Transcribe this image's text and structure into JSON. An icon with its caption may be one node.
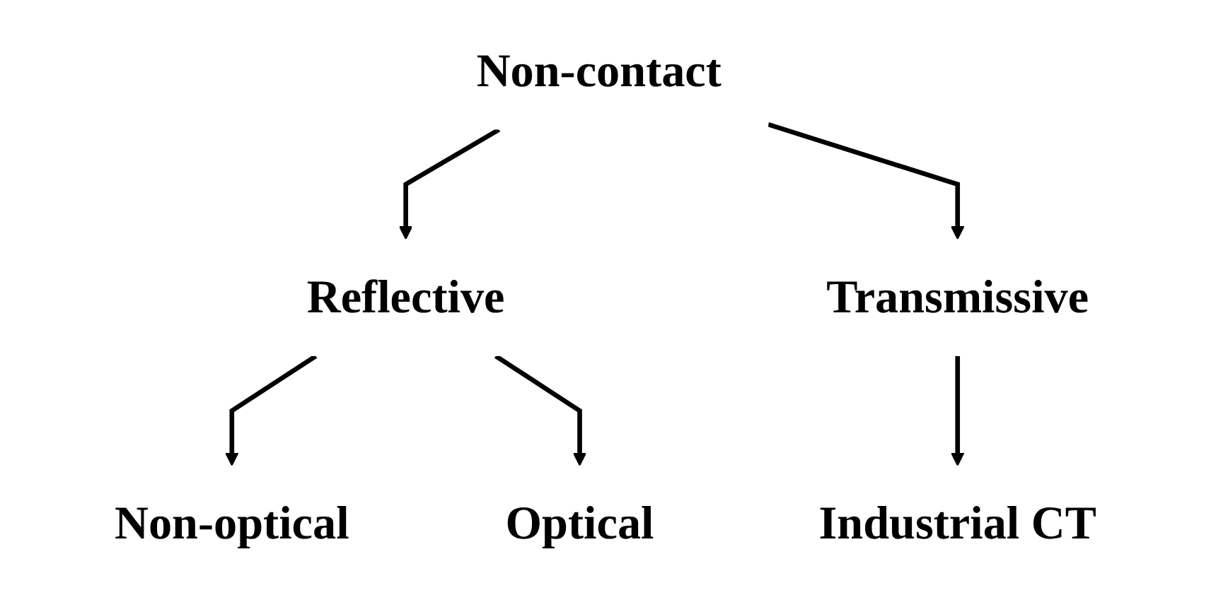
{
  "diagram": {
    "nodes": [
      {
        "text": [
          "Non-contact"
        ]
      },
      {
        "text": [
          "Reflective"
        ]
      },
      {
        "text": [
          "Transmissive"
        ]
      },
      {
        "text": [
          "Non-optical"
        ]
      },
      {
        "text": [
          "Optical"
        ]
      },
      {
        "text": [
          "Industrial CT"
        ]
      }
    ],
    "edges": [
      {
        "from": 0,
        "to": 1,
        "arrow": "to"
      },
      {
        "from": 0,
        "to": 2,
        "arrow": "to"
      },
      {
        "from": 1,
        "to": 3,
        "arrow": "to"
      },
      {
        "from": 1,
        "to": 4,
        "arrow": "to"
      },
      {
        "from": 2,
        "to": 5,
        "arrow": "to"
      }
    ]
  }
}
